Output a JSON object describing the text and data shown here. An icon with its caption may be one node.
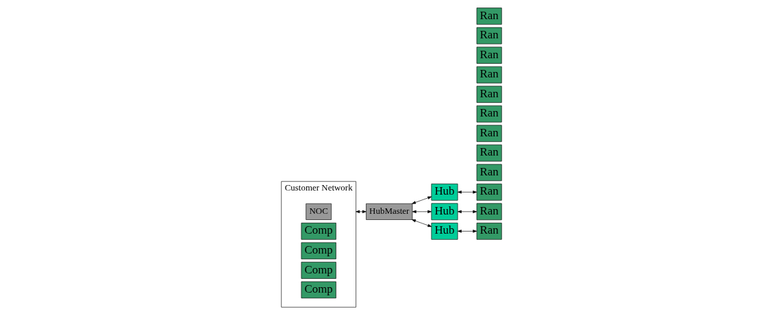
{
  "diagram": {
    "nodes": [
      {
        "text": [
          "Customer Network"
        ]
      },
      {
        "text": [
          "NOC"
        ],
        "in": 0
      },
      {
        "text": [
          "Comp"
        ],
        "in": 0
      },
      {
        "text": [
          "Comp"
        ],
        "in": 0
      },
      {
        "text": [
          "Comp"
        ],
        "in": 0
      },
      {
        "text": [
          "Comp"
        ],
        "in": 0
      },
      {
        "text": [
          "HubMaster"
        ]
      },
      {
        "text": [
          "Hub"
        ]
      },
      {
        "text": [
          "Ran"
        ]
      },
      {
        "text": [
          "Ran"
        ]
      },
      {
        "text": [
          "Ran"
        ]
      },
      {
        "text": [
          "Ran"
        ]
      },
      {
        "text": [
          "Hub"
        ]
      },
      {
        "text": [
          "Ran"
        ]
      },
      {
        "text": [
          "Ran"
        ]
      },
      {
        "text": [
          "Ran"
        ]
      },
      {
        "text": [
          "Ran"
        ]
      },
      {
        "text": [
          "Hub"
        ]
      },
      {
        "text": [
          "Ran"
        ]
      },
      {
        "text": [
          "Ran"
        ]
      },
      {
        "text": [
          "Ran"
        ]
      },
      {
        "text": [
          "Ran"
        ]
      }
    ],
    "edges": [
      {
        "from": 0,
        "to": 6,
        "arrow": "both"
      },
      {
        "from": 6,
        "to": 7,
        "arrow": "both"
      },
      {
        "from": 6,
        "to": 12,
        "arrow": "both"
      },
      {
        "from": 6,
        "to": 17,
        "arrow": "both"
      },
      {
        "from": 7,
        "to": 8,
        "arrow": "both"
      },
      {
        "from": 12,
        "to": 13,
        "arrow": "both"
      },
      {
        "from": 17,
        "to": 18,
        "arrow": "both"
      }
    ]
  }
}
